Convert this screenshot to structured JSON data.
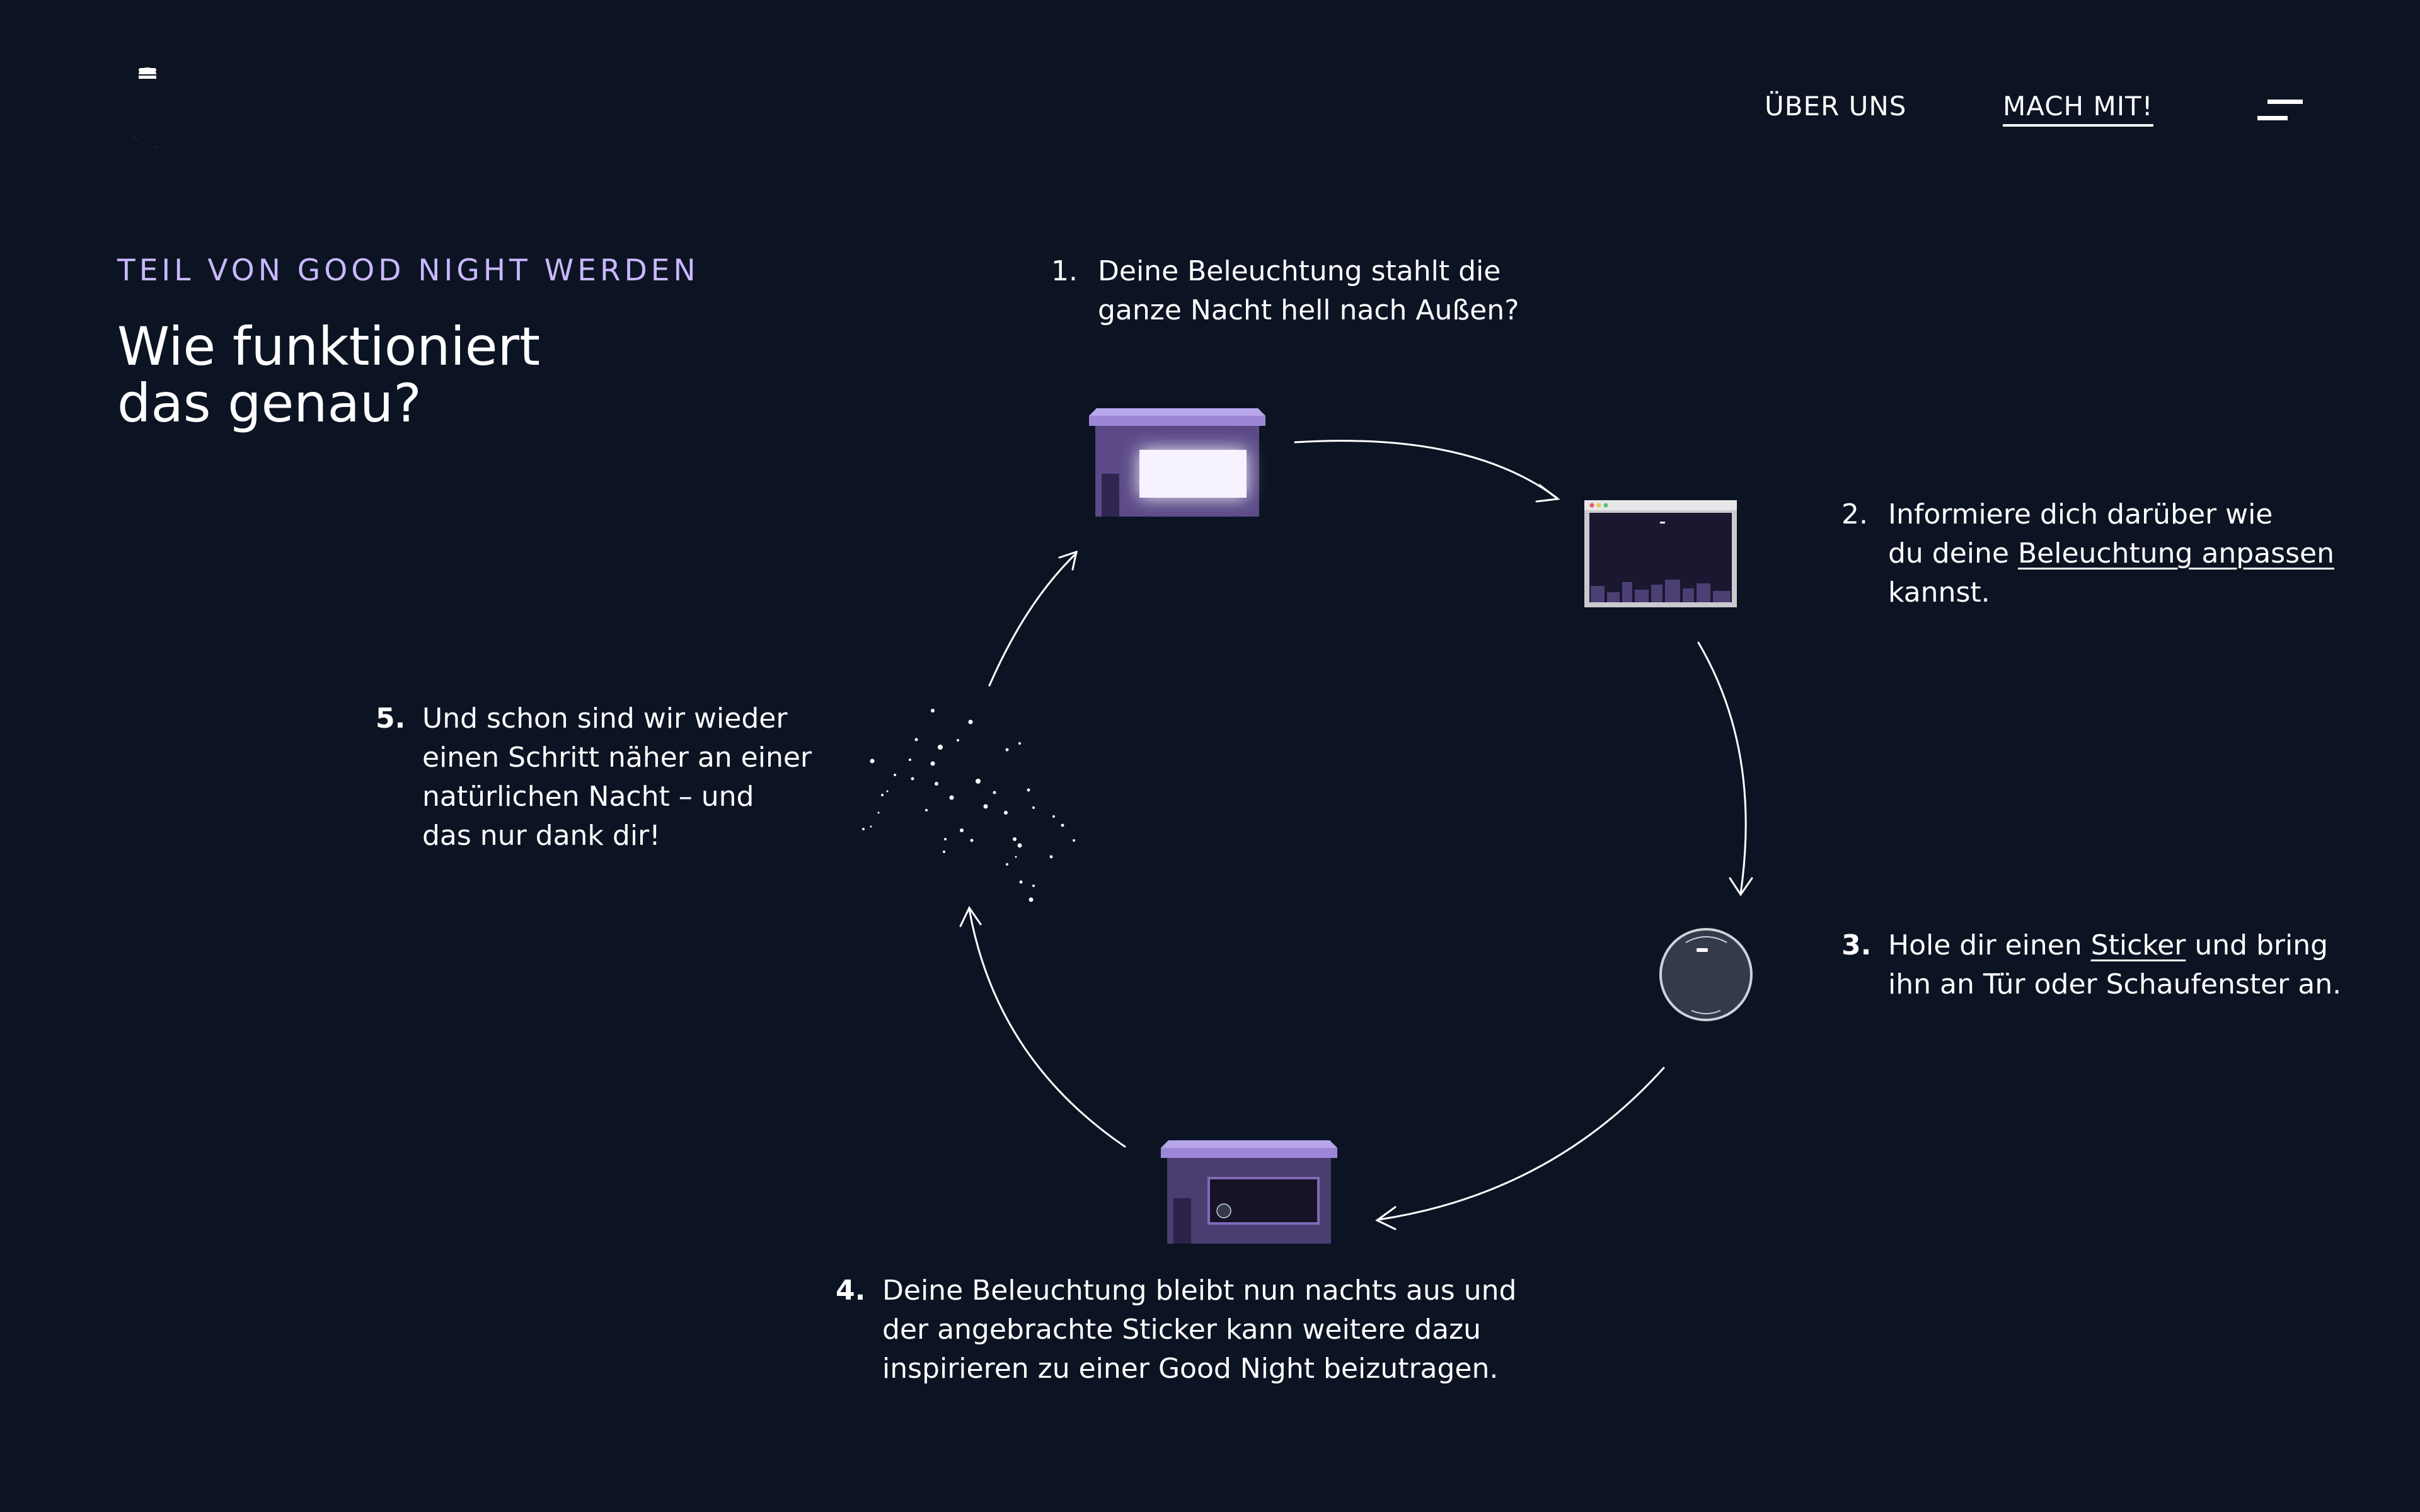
{
  "header": {
    "nav": {
      "about": "ÜBER UNS",
      "join": "MACH MIT!"
    }
  },
  "hero": {
    "kicker": "TEIL VON GOOD NIGHT WERDEN",
    "headline_line1": "Wie funktioniert",
    "headline_line2": "das genau?"
  },
  "steps": [
    {
      "num": "1.",
      "line1": "Deine Beleuchtung stahlt die",
      "line2": "ganze Nacht hell nach Außen?"
    },
    {
      "num": "2.",
      "line1": "Informiere dich darüber wie",
      "line2_pre": "du deine ",
      "link": "Beleuchtung anpassen",
      "post": " kannst."
    },
    {
      "num": "3.",
      "pre": "Hole dir einen ",
      "link": "Sticker",
      "post": " und bring ihn an Tür oder Schaufenster an."
    },
    {
      "num": "4.",
      "line1": "Deine Beleuchtung bleibt nun nachts aus und",
      "line2": "der angebrachte Sticker kann weitere dazu",
      "line3": "inspirieren zu einer Good Night beizutragen."
    },
    {
      "num": "5.",
      "line1": "Und schon sind wir wieder",
      "line2": "einen Schritt näher an einer",
      "line3": "natürlichen Nacht  – und",
      "line4": "das nur dank dir!"
    }
  ],
  "icons": {
    "logo": "moon-logo-icon",
    "menu": "menu-icon",
    "shop_lit": "shop-lit-icon",
    "browser": "browser-window-icon",
    "sticker": "moon-sticker-icon",
    "shop_dark": "shop-dark-icon",
    "stars": "stars-icon",
    "arrow": "arrow-icon"
  },
  "colors": {
    "background": "#0c1423",
    "accent": "#c9b8ff",
    "roof": "#9b87d6",
    "building": "#5b4a87"
  }
}
